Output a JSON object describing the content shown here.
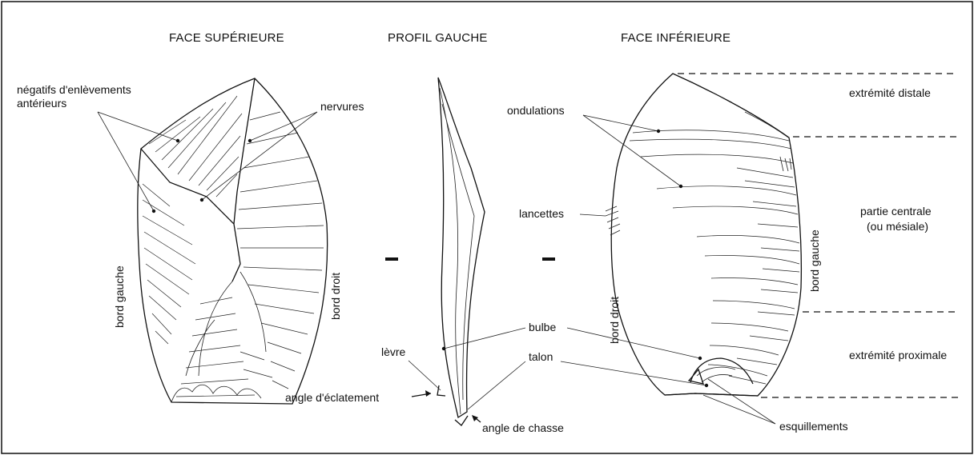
{
  "titles": {
    "face_superieure": "FACE SUPÉRIEURE",
    "profil_gauche": "PROFIL GAUCHE",
    "face_inferieure": "FACE INFÉRIEURE"
  },
  "face_superieure": {
    "negatifs_line1": "négatifs d'enlèvements",
    "negatifs_line2": "antérieurs",
    "nervures": "nervures",
    "bord_gauche": "bord gauche",
    "bord_droit": "bord droit"
  },
  "profil": {
    "levre": "lèvre",
    "bulbe": "bulbe",
    "talon": "talon",
    "angle_eclatement": "angle d'éclatement",
    "angle_chasse": "angle de chasse"
  },
  "face_inferieure": {
    "ondulations": "ondulations",
    "lancettes": "lancettes",
    "bord_droit": "bord droit",
    "bord_gauche": "bord gauche",
    "esquillements": "esquillements"
  },
  "zones": {
    "distale": "extrémité distale",
    "centrale_line1": "partie centrale",
    "centrale_line2": "(ou mésiale)",
    "proximale": "extrémité proximale"
  },
  "colors": {
    "ink": "#111111",
    "background": "#ffffff"
  }
}
